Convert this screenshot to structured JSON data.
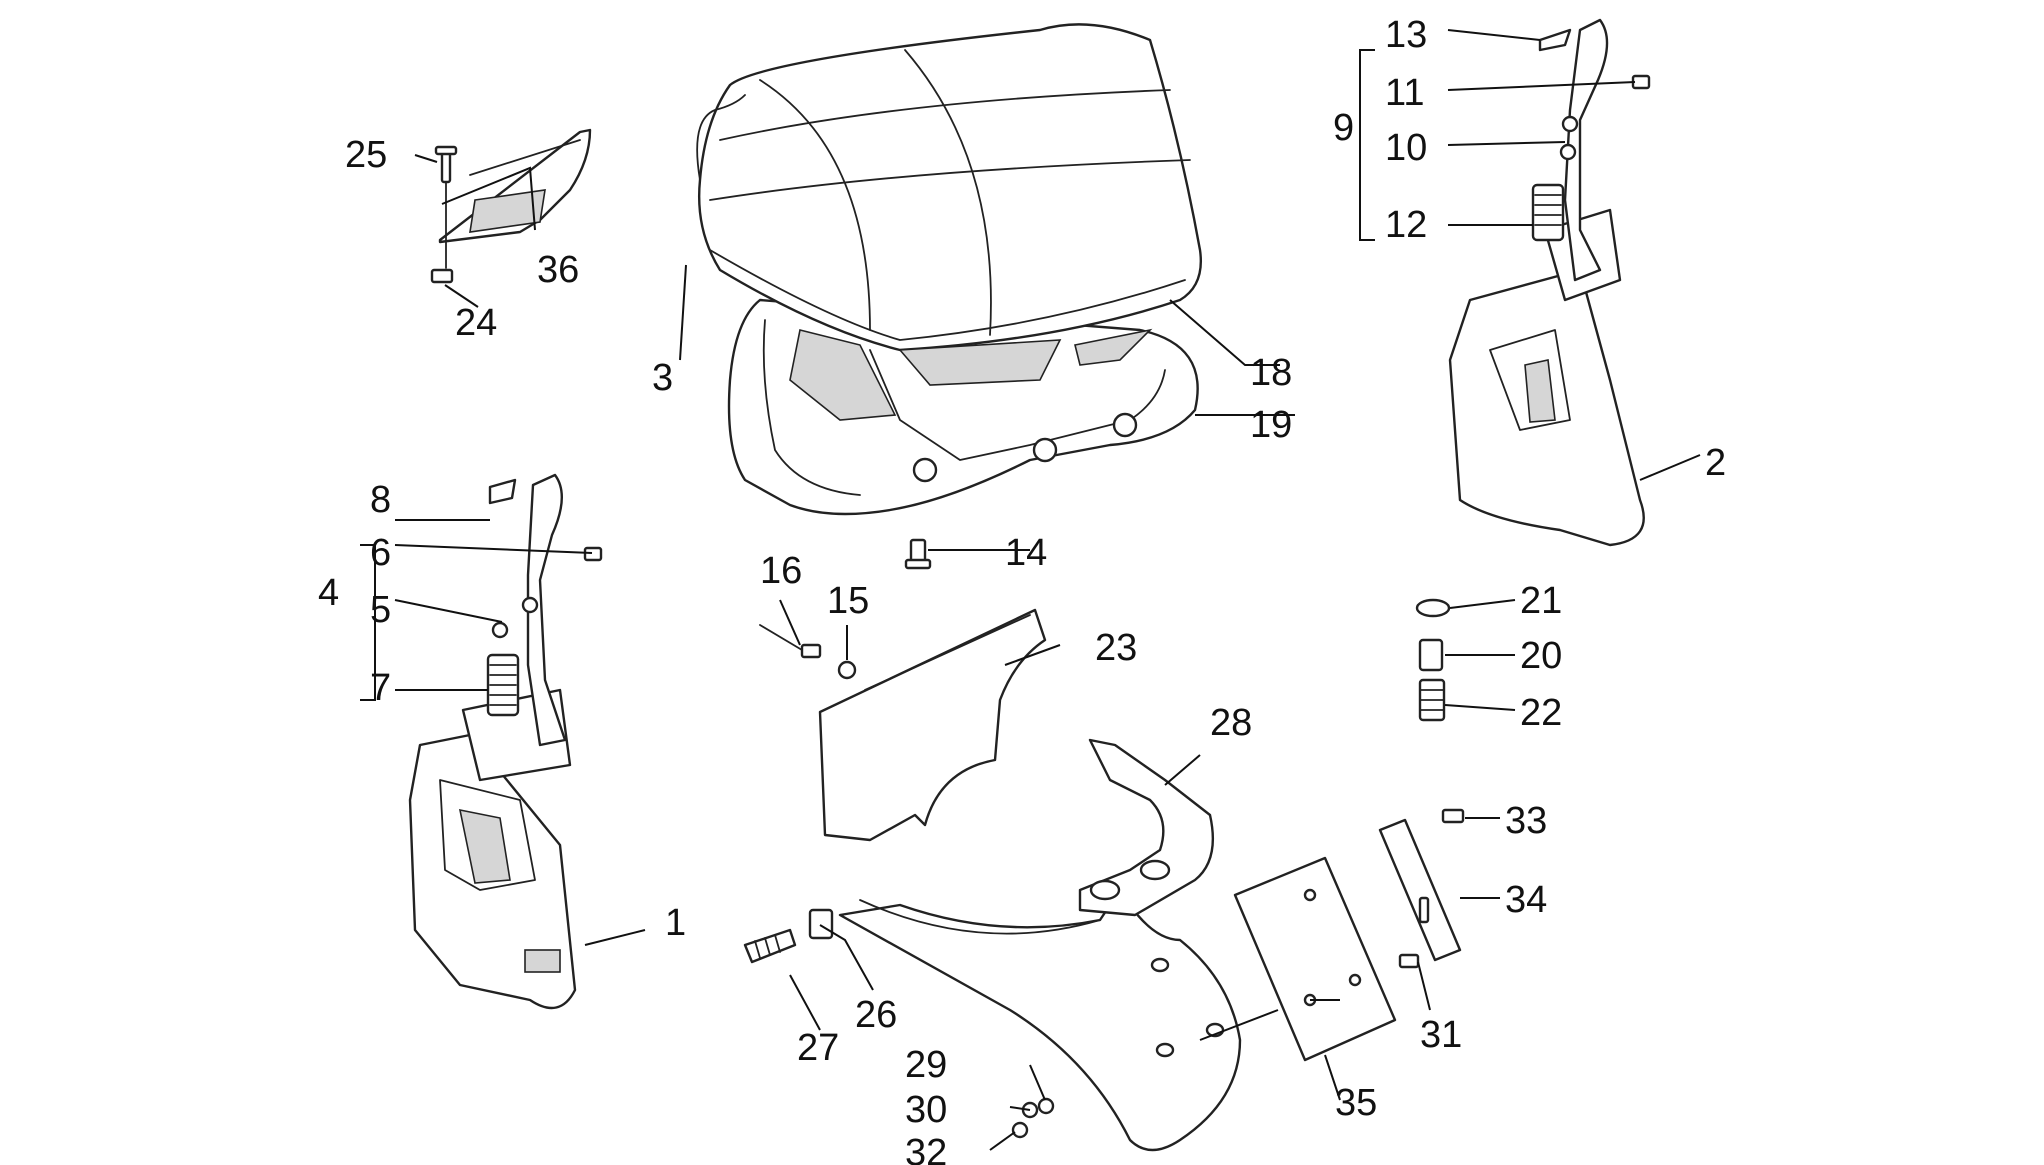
{
  "callouts": {
    "c1": "1",
    "c2": "2",
    "c3": "3",
    "c4": "4",
    "c5": "5",
    "c6": "6",
    "c7": "7",
    "c8": "8",
    "c9": "9",
    "c10": "10",
    "c11": "11",
    "c12": "12",
    "c13": "13",
    "c14": "14",
    "c15": "15",
    "c16": "16",
    "c18": "18",
    "c19": "19",
    "c20": "20",
    "c21": "21",
    "c22": "22",
    "c23": "23",
    "c24": "24",
    "c25": "25",
    "c26": "26",
    "c27": "27",
    "c28": "28",
    "c29": "29",
    "c30": "30",
    "c31": "31",
    "c32": "32",
    "c33": "33",
    "c34": "34",
    "c35": "35",
    "c36": "36"
  },
  "colors": {
    "line": "#222222",
    "background": "#ffffff",
    "shade": "#d6d6d6"
  }
}
